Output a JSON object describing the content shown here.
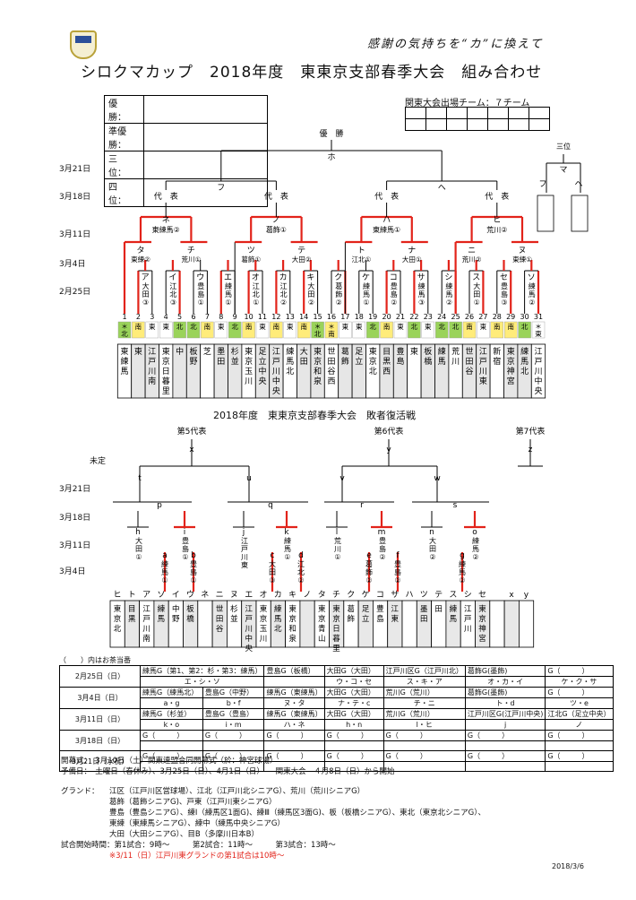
{
  "header": {
    "motto": "感謝の気持ちを“カ”に換えて",
    "title": "シロクマカップ　2018年度　東東京支部春季大会　組み合わせ"
  },
  "results": [
    {
      "label": "優　勝：",
      "value": ""
    },
    {
      "label": "準優勝：",
      "value": ""
    },
    {
      "label": "三　位：",
      "value": ""
    },
    {
      "label": "四　位：",
      "value": ""
    }
  ],
  "kanto": {
    "label": "関東大会出場チーム：７チーム"
  },
  "main_bracket": {
    "dates": [
      "3月21日",
      "3月18日",
      "3月11日",
      "3月4日",
      "2月25日"
    ],
    "top": {
      "title": "優　勝",
      "node": "ホ"
    },
    "semis": [
      {
        "node": "フ"
      },
      {
        "node": "ヘ"
      }
    ],
    "third": {
      "title": "三位",
      "node": "マ",
      "left": "フ",
      "right": "ヘ"
    },
    "daihyo": "代　表",
    "blocks": [
      {
        "node": "ネ",
        "venue": "東練馬②",
        "lnode": "タ",
        "lvenue": "東練②",
        "rnode": "チ",
        "rvenue": "荒川①"
      },
      {
        "node": "ノ",
        "venue": "葛飾①",
        "lnode": "ツ",
        "lvenue": "葛飾①",
        "rnode": "テ",
        "rvenue": "大田②"
      },
      {
        "node": "ハ",
        "venue": "東練馬①",
        "lnode": "ト",
        "lvenue": "江北①",
        "rnode": "ナ",
        "rvenue": "大田①"
      },
      {
        "node": "ヒ",
        "venue": "荒川②",
        "lnode": "ニ",
        "lvenue": "荒川②",
        "rnode": "ヌ",
        "rvenue": "東練①"
      }
    ],
    "r1": [
      {
        "node": "ア",
        "venue": "大田③"
      },
      {
        "node": "イ",
        "venue": "江北③"
      },
      {
        "node": "ウ",
        "venue": "豊島①"
      },
      {
        "node": "エ",
        "venue": "練馬①"
      },
      {
        "node": "オ",
        "venue": "江北①"
      },
      {
        "node": "カ",
        "venue": "江北②"
      },
      {
        "node": "キ",
        "venue": "大田②"
      },
      {
        "node": "ク",
        "venue": "葛飾②"
      },
      {
        "node": "ケ",
        "venue": "練馬①"
      },
      {
        "node": "コ",
        "venue": "豊島②"
      },
      {
        "node": "サ",
        "venue": "練馬③"
      },
      {
        "node": "シ",
        "venue": "練馬②"
      },
      {
        "node": "ス",
        "venue": "大田①"
      },
      {
        "node": "セ",
        "venue": "豊島③"
      },
      {
        "node": "ソ",
        "venue": "練馬②"
      }
    ],
    "slots": [
      {
        "n": "1",
        "g": "＊北",
        "t": "東練馬"
      },
      {
        "n": "2",
        "g": "南",
        "t": "東"
      },
      {
        "n": "3",
        "g": "東",
        "t": "江戸川南"
      },
      {
        "n": "4",
        "g": "東",
        "t": "東京日暮里"
      },
      {
        "n": "5",
        "g": "北",
        "t": "中"
      },
      {
        "n": "6",
        "g": "北",
        "t": "板野"
      },
      {
        "n": "7",
        "g": "南",
        "t": "芝"
      },
      {
        "n": "8",
        "g": "東",
        "t": "墨田"
      },
      {
        "n": "9",
        "g": "北",
        "t": "杉並"
      },
      {
        "n": "10",
        "g": "南",
        "t": "東京玉川"
      },
      {
        "n": "11",
        "g": "東",
        "t": "足立中央"
      },
      {
        "n": "12",
        "g": "南",
        "t": "江戸川中央"
      },
      {
        "n": "13",
        "g": "東",
        "t": "練馬北"
      },
      {
        "n": "14",
        "g": "南",
        "t": "大田"
      },
      {
        "n": "15",
        "g": "＊北",
        "t": "東京和泉"
      },
      {
        "n": "16",
        "g": "＊南",
        "t": "世田谷西"
      },
      {
        "n": "17",
        "g": "東",
        "t": "葛飾"
      },
      {
        "n": "18",
        "g": "東",
        "t": "足立"
      },
      {
        "n": "19",
        "g": "北",
        "t": "東京北"
      },
      {
        "n": "20",
        "g": "南",
        "t": "目黒西"
      },
      {
        "n": "21",
        "g": "東",
        "t": "豊島"
      },
      {
        "n": "22",
        "g": "北",
        "t": "東"
      },
      {
        "n": "23",
        "g": "東",
        "t": "板橋"
      },
      {
        "n": "24",
        "g": "北",
        "t": "練馬"
      },
      {
        "n": "25",
        "g": "北",
        "t": "荒川"
      },
      {
        "n": "26",
        "g": "南",
        "t": "世田谷"
      },
      {
        "n": "27",
        "g": "東",
        "t": "江戸川東"
      },
      {
        "n": "28",
        "g": "南",
        "t": "新宿"
      },
      {
        "n": "29",
        "g": "南",
        "t": "東京神宮"
      },
      {
        "n": "30",
        "g": "北",
        "t": "練馬北"
      },
      {
        "n": "31",
        "g": "＊東",
        "t": "江戸川中央"
      }
    ]
  },
  "loser_bracket": {
    "title": "2018年度　東東京支部春季大会　敗者復活戦",
    "undecided": "未定",
    "dates": [
      "3月21日",
      "3月18日",
      "3月11日",
      "3月4日"
    ],
    "reps": [
      {
        "label": "第5代表",
        "node": "x"
      },
      {
        "label": "第6代表",
        "node": "y"
      },
      {
        "label": "第7代表",
        "node": "z"
      }
    ],
    "nodes": [
      "t",
      "u",
      "v",
      "w",
      "p",
      "q",
      "r",
      "s"
    ],
    "subs": [
      {
        "node": "h",
        "venue": "大田①"
      },
      {
        "node": "i",
        "venue": "豊島①"
      },
      {
        "node": "j",
        "venue": "江戸川東"
      },
      {
        "node": "k",
        "venue": "練馬①"
      },
      {
        "node": "l",
        "venue": "荒川①"
      },
      {
        "node": "m",
        "venue": "豊島②"
      },
      {
        "node": "n",
        "venue": "大田②"
      },
      {
        "node": "o",
        "venue": "練馬②"
      }
    ],
    "leaves": [
      {
        "node": "a",
        "venue": "練馬①"
      },
      {
        "node": "b",
        "venue": "豊島①"
      },
      {
        "node": "c",
        "venue": "大田③"
      },
      {
        "node": "d",
        "venue": "江北②"
      },
      {
        "node": "e",
        "venue": "葛飾②"
      },
      {
        "node": "f",
        "venue": "豊島②"
      },
      {
        "node": "g",
        "venue": "練馬②"
      }
    ],
    "slots": [
      {
        "k": "ヒ",
        "t": "東京北"
      },
      {
        "k": "ト",
        "t": "目黒"
      },
      {
        "k": "ア",
        "t": "江戸川南"
      },
      {
        "k": "ソ",
        "t": "練馬"
      },
      {
        "k": "イ",
        "t": "中野"
      },
      {
        "k": "ウ",
        "t": "板橋"
      },
      {
        "k": "ネ",
        "t": ""
      },
      {
        "k": "ニ",
        "t": "世田谷"
      },
      {
        "k": "ヌ",
        "t": "杉並"
      },
      {
        "k": "エ",
        "t": "江戸川中央"
      },
      {
        "k": "オ",
        "t": "東京玉川"
      },
      {
        "k": "カ",
        "t": "練馬北"
      },
      {
        "k": "キ",
        "t": "東京和泉"
      },
      {
        "k": "ノ",
        "t": ""
      },
      {
        "k": "タ",
        "t": "東京青山"
      },
      {
        "k": "チ",
        "t": "東京日暮里"
      },
      {
        "k": "ク",
        "t": "葛飾"
      },
      {
        "k": "ケ",
        "t": "足立"
      },
      {
        "k": "コ",
        "t": "豊島"
      },
      {
        "k": "サ",
        "t": "江東"
      },
      {
        "k": "ハ",
        "t": ""
      },
      {
        "k": "ツ",
        "t": "墨田"
      },
      {
        "k": "テ",
        "t": "田"
      },
      {
        "k": "ス",
        "t": "練馬"
      },
      {
        "k": "シ",
        "t": "江戸川"
      },
      {
        "k": "セ",
        "t": "東京神宮"
      },
      {
        "k": "",
        "t": ""
      },
      {
        "k": "x",
        "t": ""
      },
      {
        "k": "y",
        "t": ""
      }
    ]
  },
  "schedule": {
    "note": "（　　）内はお茶当番",
    "rows": [
      {
        "date": "2月25日（日）",
        "cells": [
          "練馬G（第1、第2：杉・第3：練馬）",
          "豊島G（板橋）",
          "大田G（大田）",
          "江戸川区G（江戸川北）",
          "葛飾G(墨飾)",
          "G（　　　）"
        ],
        "teams": [
          "エ・シ・ソ",
          "",
          "ウ・コ・セ",
          "ス・キ・ア",
          "オ・カ・イ",
          "ケ・ク・サ"
        ]
      },
      {
        "date": "3月4日（日）",
        "cells": [
          "練馬G（練馬北）",
          "豊島G（中野）",
          "練馬G（東練馬）",
          "大田G（大田）",
          "荒川G（荒川）",
          "葛飾G(墨飾)",
          "G（　　　）"
        ],
        "teams": [
          "a・g",
          "b・f",
          "ヌ・タ",
          "ナ・テ・c",
          "チ・ニ",
          "ト・d",
          "ツ・e"
        ]
      },
      {
        "date": "3月11日（日）",
        "cells": [
          "練馬G（杉並）",
          "豊島G（豊島）",
          "練馬G（東練馬）",
          "大田G（大田）",
          "荒川G（荒川）",
          "江戸川区G(江戸川中央)",
          "江北G（足立中央）"
        ],
        "teams": [
          "k・o",
          "i・m",
          "ハ・ネ",
          "h・n",
          "l・ヒ",
          "j",
          "ノ"
        ]
      },
      {
        "date": "3月18日（日）",
        "cells": [
          "G（　　　）",
          "G（　　　）",
          "G（　　　）",
          "G（　　　）",
          "G（　　　）",
          "G（　　　）",
          "G（　　　）"
        ],
        "teams": [
          "",
          "",
          "",
          "",
          "",
          "",
          ""
        ]
      },
      {
        "date": "3月21日（水祝）",
        "cells": [
          "G（　　　）",
          "G（　　　）",
          "G（　　　）",
          "G（　　　）",
          "G（　　　）",
          "G（　　　）",
          "G（　　　）"
        ],
        "teams": [
          "",
          "",
          "",
          "",
          "",
          "",
          ""
        ]
      }
    ]
  },
  "info": {
    "opening_label": "開幕式：",
    "opening": "3月10日（土）関東連盟合同開幕式（於：神宮球場）",
    "reserve_label": "予備日：",
    "reserve": "土曜日（春休み）、3月25日（日）、4月1日（日）　　関東大会　４月8日（日）から開始",
    "ground_label": "グランド：",
    "grounds": [
      "江区（江戸川区営球場）、江北（江戸川北シニアG）、荒川（荒川シニアG）",
      "葛飾（葛飾シニアG)、戸東（江戸川東シニアG）",
      "豊島（豊島シニアG）、練Ⅰ（練馬区1面G)、練Ⅲ（練馬区3面G)、板（板橋シニアG）、東北（東京北シニアG）、",
      "東練（東練馬シニアG）、練中（練馬中央シニアG）",
      "大田（大田シニアG）、目B（多摩川日本B）"
    ],
    "time_label": "試合開始時間：",
    "times": "第1試合：9時～　　　第2試合：11時～　　　第3試合：13時～",
    "time_note": "※3/11（日）江戸川東グランドの第1試合は10時～"
  },
  "footer": {
    "date": "2018/3/6"
  }
}
